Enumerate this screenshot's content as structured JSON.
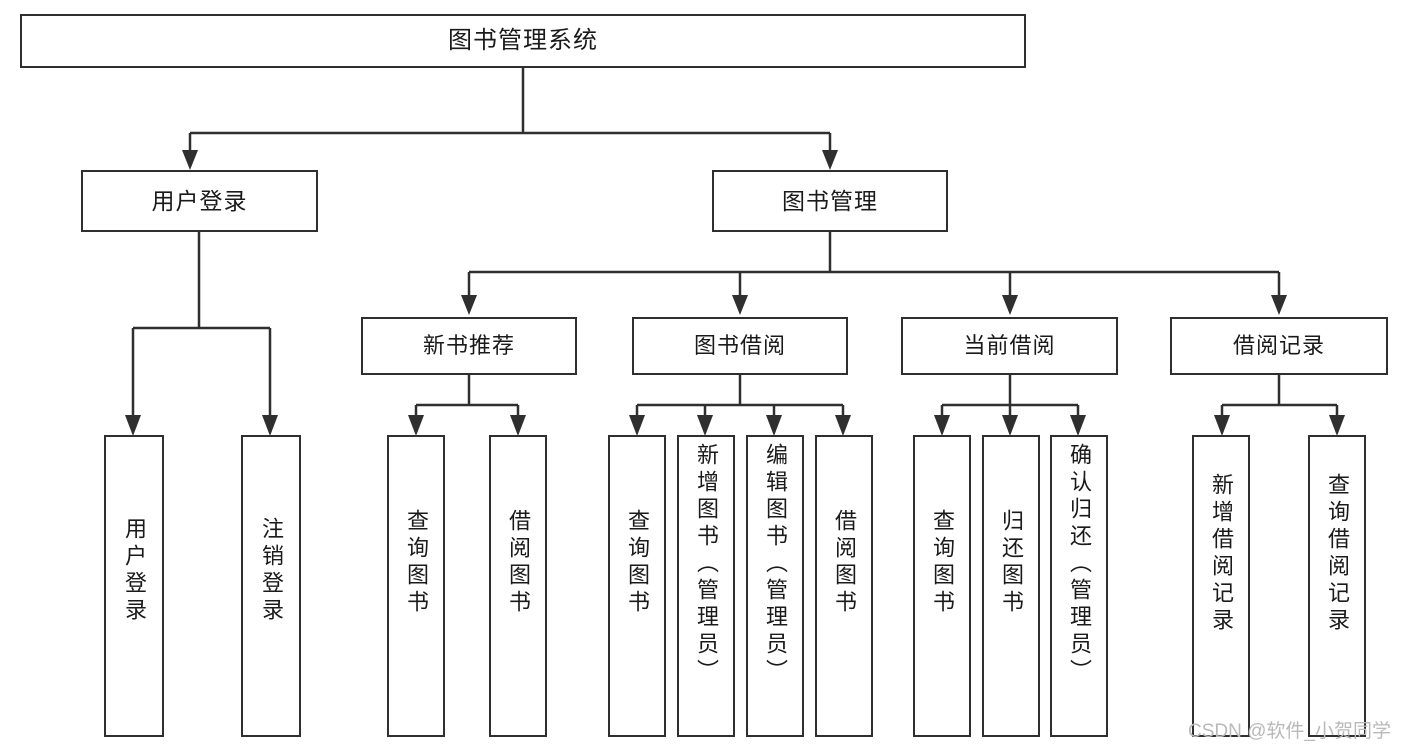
{
  "diagram": {
    "title": "图书管理系统",
    "type": "function-structure-tree",
    "root": {
      "label": "图书管理系统"
    },
    "level2": [
      {
        "id": "user-login",
        "label": "用户登录"
      },
      {
        "id": "book-management",
        "label": "图书管理"
      }
    ],
    "level3": [
      {
        "id": "new-book-recommend",
        "label": "新书推荐",
        "parent": "book-management"
      },
      {
        "id": "book-borrow",
        "label": "图书借阅",
        "parent": "book-management"
      },
      {
        "id": "current-borrow",
        "label": "当前借阅",
        "parent": "book-management"
      },
      {
        "id": "borrow-record",
        "label": "借阅记录",
        "parent": "book-management"
      }
    ],
    "leaves": [
      {
        "id": "leaf-user-login",
        "label": "用户登录",
        "parent": "user-login"
      },
      {
        "id": "leaf-logout-login",
        "label": "注销登录",
        "parent": "user-login"
      },
      {
        "id": "leaf-query-book-1",
        "label": "查询图书",
        "parent": "new-book-recommend"
      },
      {
        "id": "leaf-borrow-book-1",
        "label": "借阅图书",
        "parent": "new-book-recommend"
      },
      {
        "id": "leaf-query-book-2",
        "label": "查询图书",
        "parent": "book-borrow"
      },
      {
        "id": "leaf-add-book",
        "label": "新增图书（管理员）",
        "parent": "book-borrow"
      },
      {
        "id": "leaf-edit-book",
        "label": "编辑图书（管理员）",
        "parent": "book-borrow"
      },
      {
        "id": "leaf-borrow-book-2",
        "label": "借阅图书",
        "parent": "book-borrow"
      },
      {
        "id": "leaf-query-book-3",
        "label": "查询图书",
        "parent": "current-borrow"
      },
      {
        "id": "leaf-return-book",
        "label": "归还图书",
        "parent": "current-borrow"
      },
      {
        "id": "leaf-confirm-return",
        "label": "确认归还（管理员）",
        "parent": "current-borrow"
      },
      {
        "id": "leaf-add-record",
        "label": "新增借阅记录",
        "parent": "borrow-record"
      },
      {
        "id": "leaf-query-record",
        "label": "查询借阅记录",
        "parent": "borrow-record"
      }
    ]
  },
  "watermark": {
    "text": "CSDN @软件_小贺同学"
  },
  "colors": {
    "stroke": "#2f2f2f",
    "background": "#ffffff",
    "text": "#1a1a1a",
    "watermark": "#b9b9b9"
  }
}
